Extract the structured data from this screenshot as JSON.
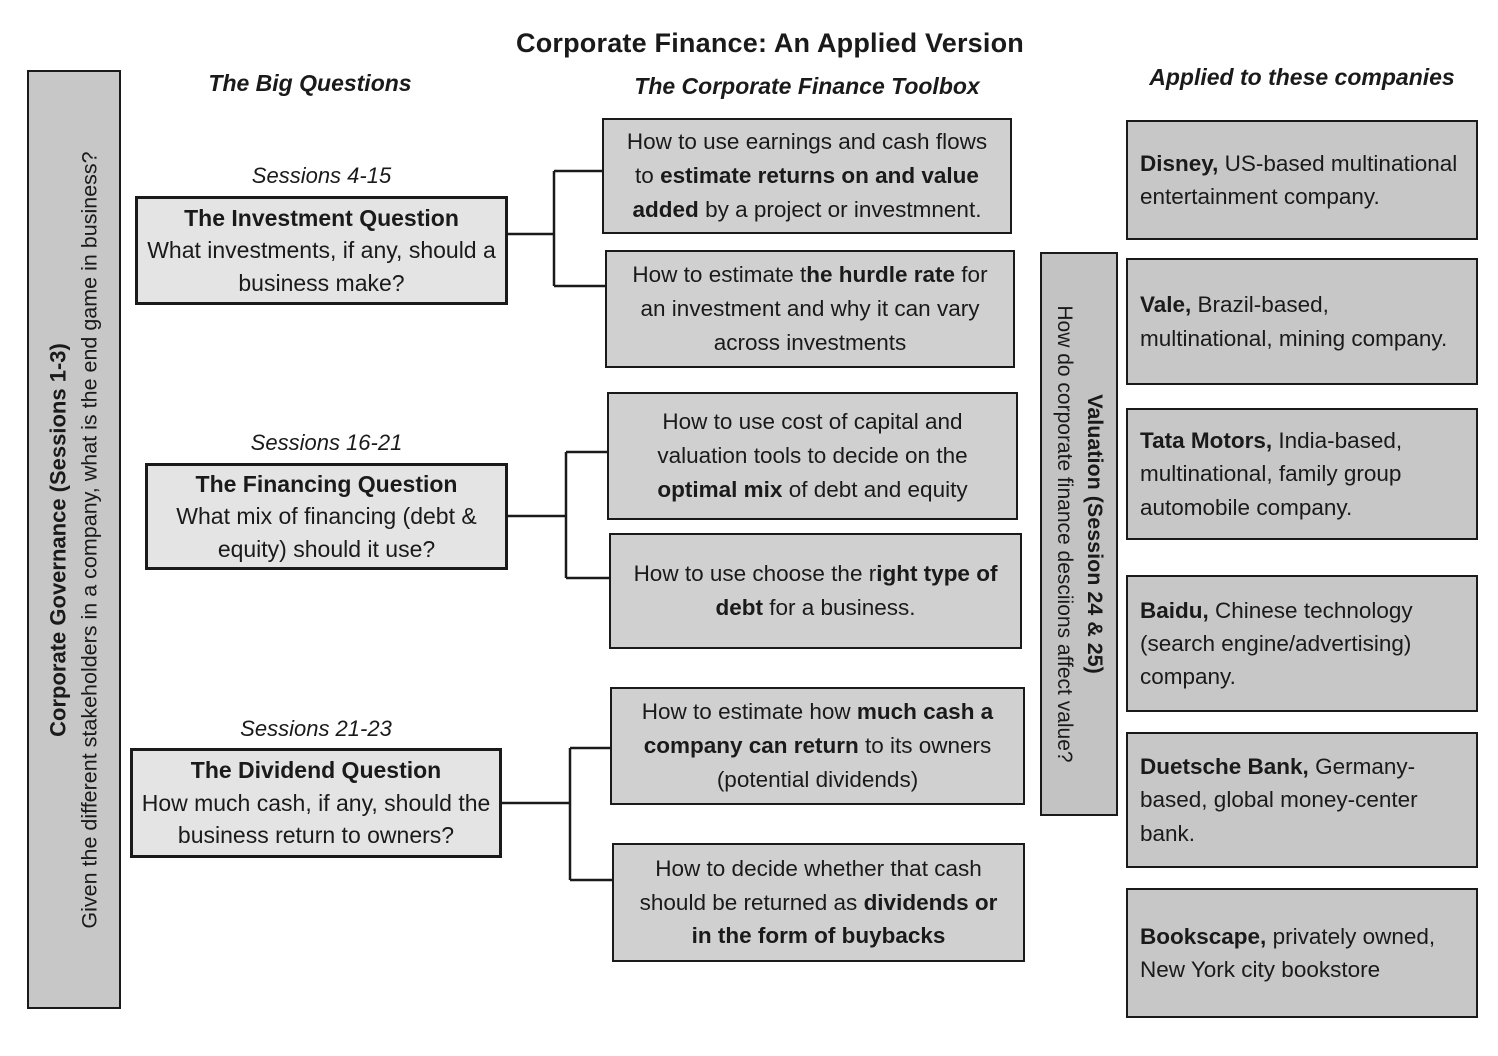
{
  "title": "Corporate Finance: An Applied Version",
  "columns": {
    "big_questions": "The Big Questions",
    "toolbox": "The Corporate Finance Toolbox",
    "companies": "Applied to these companies"
  },
  "sidebar": {
    "heading": "Corporate Governance (Sessions 1-3)",
    "subtext": "Given the different stakeholders in a company, what is the end game in business?"
  },
  "valuation": {
    "heading": "Valuation (Session 24 & 25)",
    "subtext": "How do corporate finance desciions affect value?"
  },
  "questions": [
    {
      "sessions": "Sessions 4-15",
      "title": "The Investment Question",
      "body": "What investments, if any, should a business make?"
    },
    {
      "sessions": "Sessions 16-21",
      "title": "The Financing Question",
      "body": "What mix of financing (debt & equity) should it use?"
    },
    {
      "sessions": "Sessions 21-23",
      "title": "The Dividend Question",
      "body": "How much cash, if any, should the business return to owners?"
    }
  ],
  "toolbox_boxes": [
    {
      "rich": [
        {
          "t": "How to use earnings and cash flows to ",
          "b": false
        },
        {
          "t": "estimate returns on and value added",
          "b": true
        },
        {
          "t": " by a project or investmnent.",
          "b": false
        }
      ]
    },
    {
      "rich": [
        {
          "t": "How to estimate t",
          "b": false
        },
        {
          "t": "he hurdle rate",
          "b": true
        },
        {
          "t": " for an investment and why it can vary across investments",
          "b": false
        }
      ]
    },
    {
      "rich": [
        {
          "t": "How to use cost of capital and valuation tools to decide on the ",
          "b": false
        },
        {
          "t": "optimal mix",
          "b": true
        },
        {
          "t": " of debt and equity",
          "b": false
        }
      ]
    },
    {
      "rich": [
        {
          "t": "How to use choose the r",
          "b": false
        },
        {
          "t": "ight type of debt",
          "b": true
        },
        {
          "t": " for a business.",
          "b": false
        }
      ]
    },
    {
      "rich": [
        {
          "t": "How to estimate how ",
          "b": false
        },
        {
          "t": "much cash a company can return",
          "b": true
        },
        {
          "t": " to its owners (potential dividends)",
          "b": false
        }
      ]
    },
    {
      "rich": [
        {
          "t": "How to decide whether that cash should be returned as ",
          "b": false
        },
        {
          "t": "dividends or in the form of buybacks",
          "b": true
        }
      ]
    }
  ],
  "companies": [
    {
      "name": "Disney,",
      "desc": " US-based multinational entertainment company."
    },
    {
      "name": "Vale,",
      "desc": " Brazil-based, multinational, mining company."
    },
    {
      "name": "Tata Motors,",
      "desc": " India-based, multinational, family group automobile company."
    },
    {
      "name": "Baidu,",
      "desc": " Chinese technology (search engine/advertising) company."
    },
    {
      "name": "Duetsche Bank,",
      "desc": " Germany-based, global money-center bank."
    },
    {
      "name": "Bookscape,",
      "desc": " privately owned, New York city bookstore"
    }
  ],
  "colors": {
    "question-fill": "#e4e4e4",
    "toolbox-fill": "#d0d0d0",
    "company-fill": "#c7c7c7",
    "sidebar-fill": "#c7c7c7",
    "valuation-fill": "#c3c3c3",
    "line-color": "#1a1a1a",
    "text-color": "#1a1a1a"
  }
}
